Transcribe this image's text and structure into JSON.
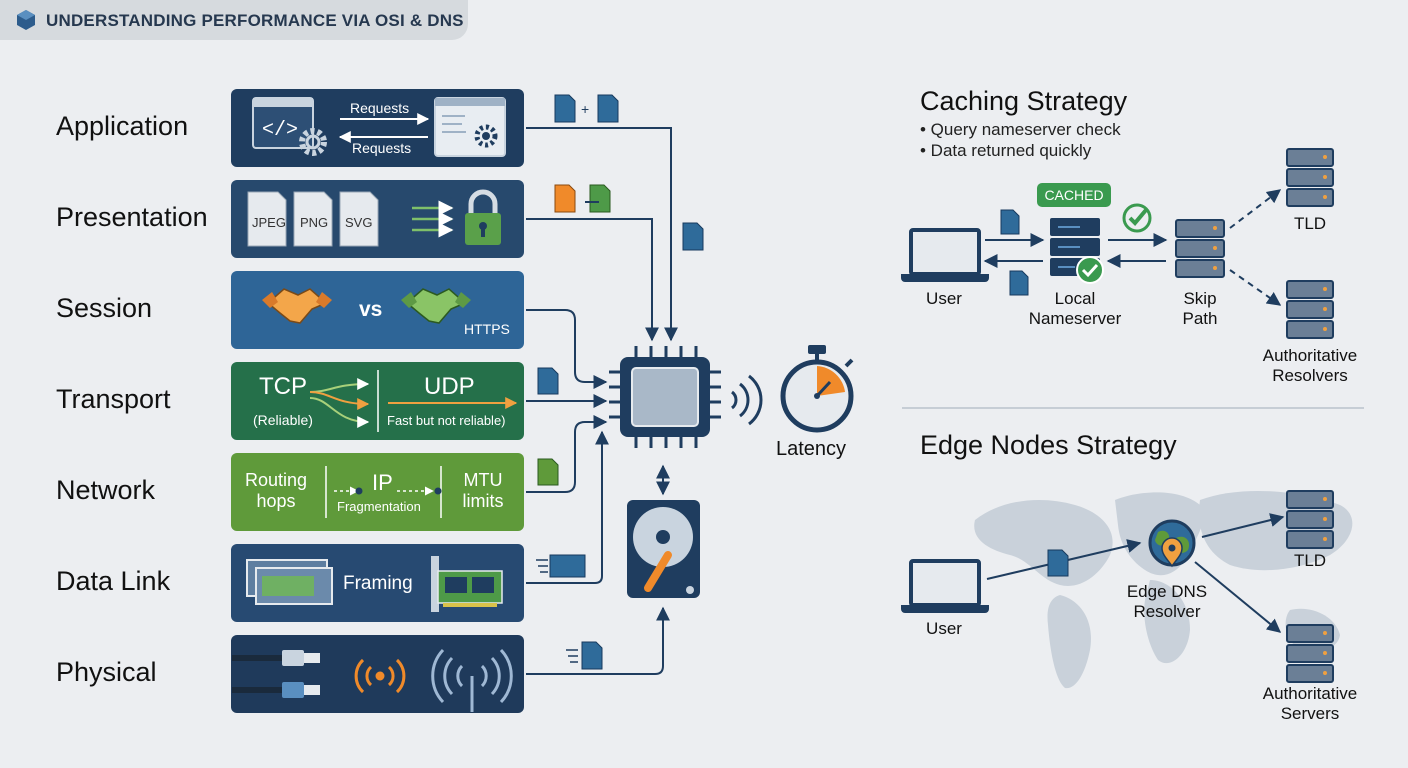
{
  "title": "UNDERSTANDING PERFORMANCE VIA OSI & DNS",
  "osi": {
    "layers": [
      {
        "name": "Application"
      },
      {
        "name": "Presentation"
      },
      {
        "name": "Session"
      },
      {
        "name": "Transport"
      },
      {
        "name": "Network"
      },
      {
        "name": "Data Link"
      },
      {
        "name": "Physical"
      }
    ],
    "application": {
      "top_arrow": "Requests",
      "bottom_arrow": "Requests"
    },
    "presentation": {
      "formats": [
        "JPEG",
        "PNG",
        "SVG"
      ]
    },
    "session": {
      "vs": "vs",
      "https": "HTTPS"
    },
    "transport": {
      "tcp": "TCP",
      "tcp_note": "(Reliable)",
      "udp": "UDP",
      "udp_note": "Fast but not reliable)"
    },
    "network": {
      "left": "Routing hops",
      "left_1": "Routing",
      "left_2": "hops",
      "middle": "IP",
      "middle_note": "Fragmentation",
      "right_1": "MTU",
      "right_2": "limits"
    },
    "datalink": {
      "label": "Framing"
    }
  },
  "latency": "Latency",
  "caching": {
    "title": "Caching Strategy",
    "bullets": [
      "• Query nameserver check",
      "• Data returned quickly"
    ],
    "badge": "CACHED",
    "user": "User",
    "local_1": "Local",
    "local_2": "Nameserver",
    "skip_1": "Skip",
    "skip_2": "Path",
    "tld": "TLD",
    "auth_1": "Authoritative",
    "auth_2": "Resolvers"
  },
  "edge": {
    "title": "Edge Nodes Strategy",
    "user": "User",
    "resolver_1": "Edge DNS",
    "resolver_2": "Resolver",
    "tld": "TLD",
    "auth_1": "Authoritative",
    "auth_2": "Servers"
  },
  "colors": {
    "navy": "#1f3d5f",
    "blue": "#2f6b9a",
    "green": "#2a7a4b",
    "lime": "#5f9a3a",
    "orange": "#f08a2a",
    "cached": "#3a9a4f"
  }
}
